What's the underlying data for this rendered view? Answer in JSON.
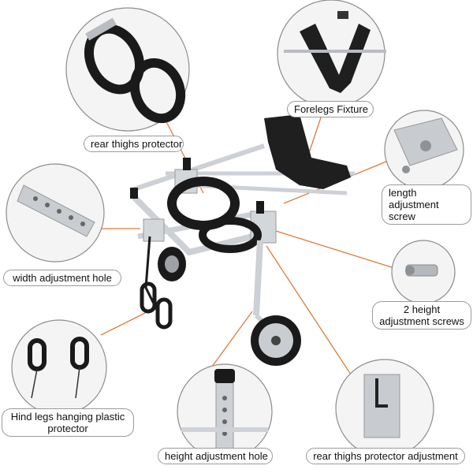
{
  "labels": {
    "rear_thighs_protector": "rear thighs protector",
    "forelegs_fixture": "Forelegs Fixture",
    "length_adjustment_screw": "length adjustment screw",
    "width_adjustment_hole": "width adjustment hole",
    "height_adjustment_screws": "2 height adjustment screws",
    "hind_legs_protector": "Hind legs hanging plastic protector",
    "height_adjustment_hole": "height adjustment hole",
    "rear_thighs_protector_adjustment": "rear thighs protector adjustment"
  },
  "colors": {
    "leader_line": "#e07b39",
    "frame_metal": "#c9ccd0",
    "foam_black": "#1a1a1a",
    "callout_border": "#8c8c8c"
  }
}
